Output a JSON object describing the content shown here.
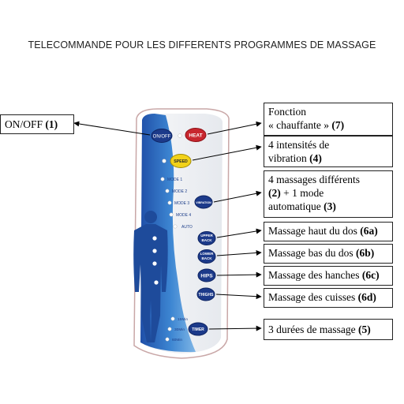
{
  "title": "TELECOMMANDE POUR LES DIFFERENTS PROGRAMMES DE  MASSAGE",
  "remote": {
    "buttons": {
      "on_off": "ON/OFF",
      "heat": "HEAT",
      "speed": "SPEED",
      "vibration": "VIBRATION",
      "upper_back_1": "UPPER",
      "upper_back_2": "BACK",
      "lower_back_1": "LOWER",
      "lower_back_2": "BACK",
      "hips": "HIPS",
      "thighs": "THIGHS",
      "timer": "TIMER"
    },
    "modes": [
      "MODE 1",
      "MODE 2",
      "MODE 3",
      "MODE 4",
      "AUTO"
    ],
    "timers": [
      "15Min",
      "30Min",
      "60Min"
    ]
  },
  "callouts": {
    "on_off": {
      "text": "ON/OFF",
      "num": "(1)"
    },
    "heat": {
      "line1": "Fonction",
      "line2": "« chauffante »",
      "num": "(7)"
    },
    "speed": {
      "line1": "4 intensités de",
      "line2": "vibration",
      "num": "(4)"
    },
    "vibration": {
      "line1": "4 massages différents",
      "num1": "(2)",
      "line2mid": " + 1 mode",
      "line3": "automatique",
      "num2": "(3)"
    },
    "upper_back": {
      "text": "Massage haut du dos",
      "num": "(6a)"
    },
    "lower_back": {
      "text": "Massage bas du dos",
      "num": "(6b)"
    },
    "hips": {
      "text": "Massage des hanches",
      "num": "(6c)"
    },
    "thighs": {
      "text": "Massage des cuisses",
      "num": "(6d)"
    },
    "timer": {
      "text": "3 durées de massage",
      "num": "(5)"
    }
  }
}
